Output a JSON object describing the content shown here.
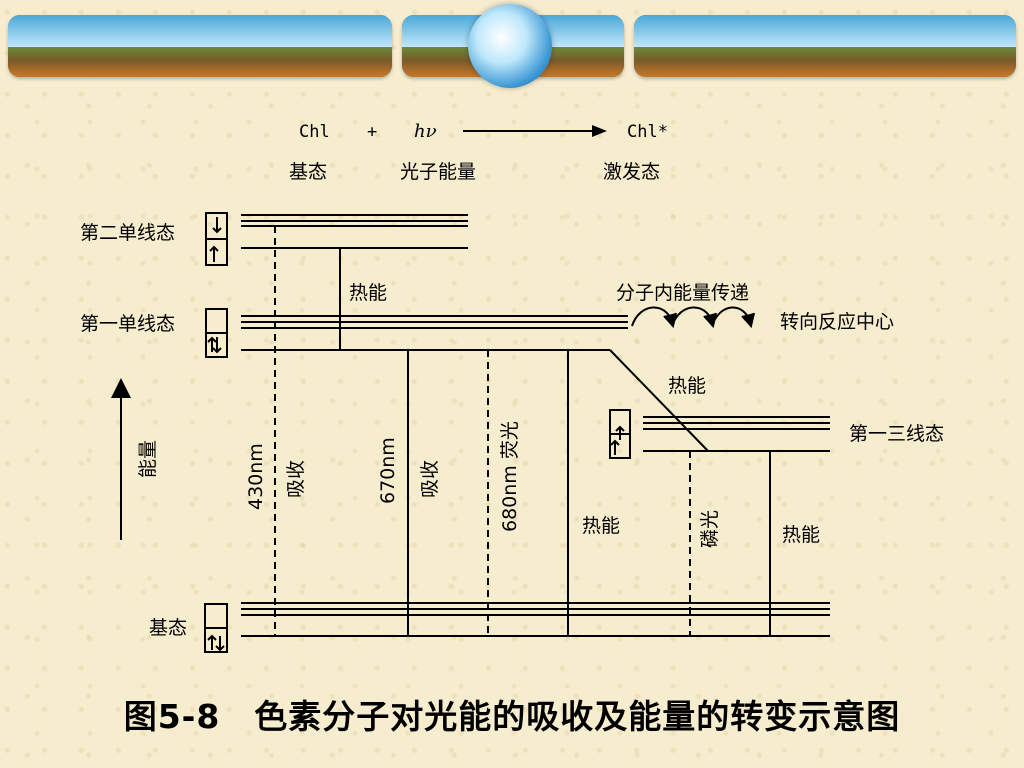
{
  "equation": {
    "reactant": "Chl",
    "plus": "+",
    "photon": "hν",
    "product": "Chl*",
    "reactant_label": "基态",
    "photon_label": "光子能量",
    "product_label": "激发态"
  },
  "states": {
    "second_singlet": "第二单线态",
    "first_singlet": "第一单线态",
    "first_triplet": "第一三线态",
    "ground": "基态"
  },
  "axis_label": "能量",
  "transitions": {
    "absorb_430": "430nm",
    "absorb_430_label": "吸收",
    "absorb_670": "670nm",
    "absorb_670_label": "吸收",
    "fluorescence_680": "680nm 荧光",
    "heat_upper": "热能",
    "heat_isc": "热能",
    "heat_first_singlet": "热能",
    "heat_triplet": "热能",
    "phosphorescence": "磷光",
    "energy_transfer": "分子内能量传递",
    "to_reaction_center": "转向反应中心"
  },
  "caption": "图5-8　色素分子对光能的吸收及能量的转变示意图"
}
